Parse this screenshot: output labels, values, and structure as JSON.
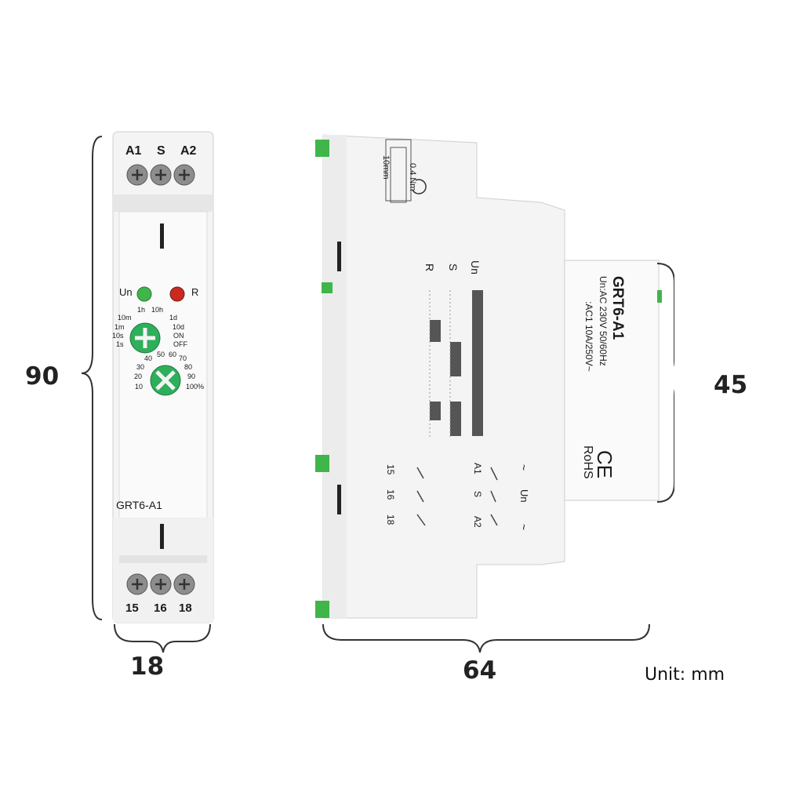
{
  "front": {
    "top_terminals": [
      "A1",
      "S",
      "A2"
    ],
    "bottom_terminals": [
      "15",
      "16",
      "18"
    ],
    "led_un": "Un",
    "led_r": "R",
    "time_scale": [
      "1h",
      "10h",
      "10m",
      "1d",
      "1m",
      "10d",
      "10s",
      "ON",
      "1s",
      "OFF"
    ],
    "percent_scale": [
      "50",
      "60",
      "40",
      "70",
      "30",
      "80",
      "20",
      "90",
      "10",
      "100%"
    ],
    "model": "GRT6-A1"
  },
  "side": {
    "torque": "0.4 Nm",
    "strip": "10mm",
    "diagram_labels": [
      "R",
      "S",
      "Un"
    ],
    "wiring_left": [
      "15",
      "16",
      "18"
    ],
    "wiring_right": [
      "A1",
      "S",
      "A2"
    ],
    "wiring_symbols": [
      "~",
      "Un",
      "~"
    ],
    "model": "GRT6-A1",
    "spec1": "Un:AC 230V 50/60Hz",
    "spec2": ":AC1 10A/250V~",
    "ce": "CE",
    "rohs": "RoHS"
  },
  "dimensions": {
    "height": "90",
    "width": "18",
    "depth": "64",
    "front_height": "45",
    "unit": "Unit: mm"
  }
}
